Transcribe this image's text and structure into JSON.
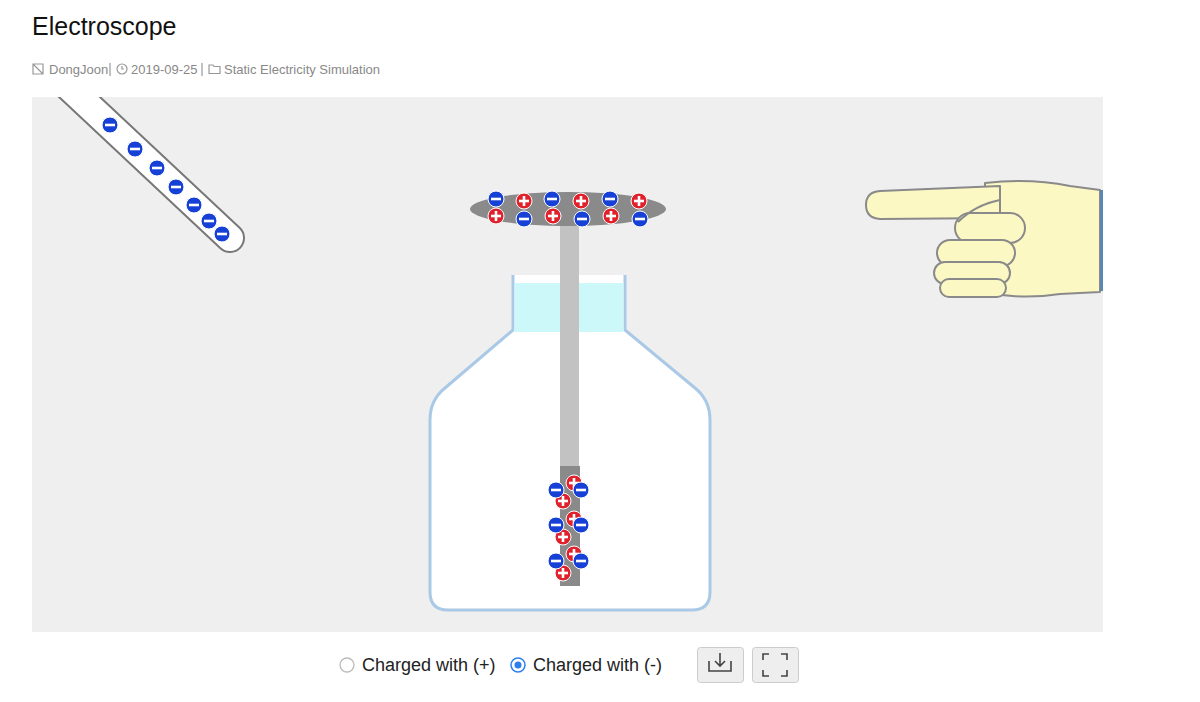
{
  "diagram": {
    "title": "Electroscope",
    "labels": [
      "DongJoon",
      "2019-09-25",
      "Static Electricity Simulation",
      "Charged with (+)",
      "Charged with (-)"
    ]
  }
}
